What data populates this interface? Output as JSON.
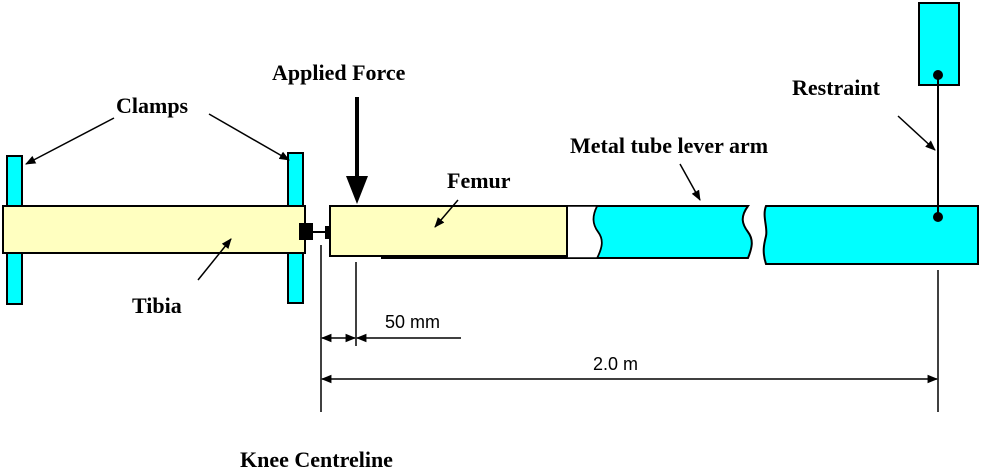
{
  "labels": {
    "clamps": "Clamps",
    "applied_force": "Applied Force",
    "restraint": "Restraint",
    "metal_tube": "Metal tube lever arm",
    "femur": "Femur",
    "tibia": "Tibia",
    "dim_50": "50 mm",
    "dim_2m": "2.0 m",
    "knee_centreline": "Knee Centreline"
  },
  "colors": {
    "bone": "#ffffc0",
    "tube": "#00ffff",
    "line": "#000000",
    "background": "#ffffff"
  }
}
